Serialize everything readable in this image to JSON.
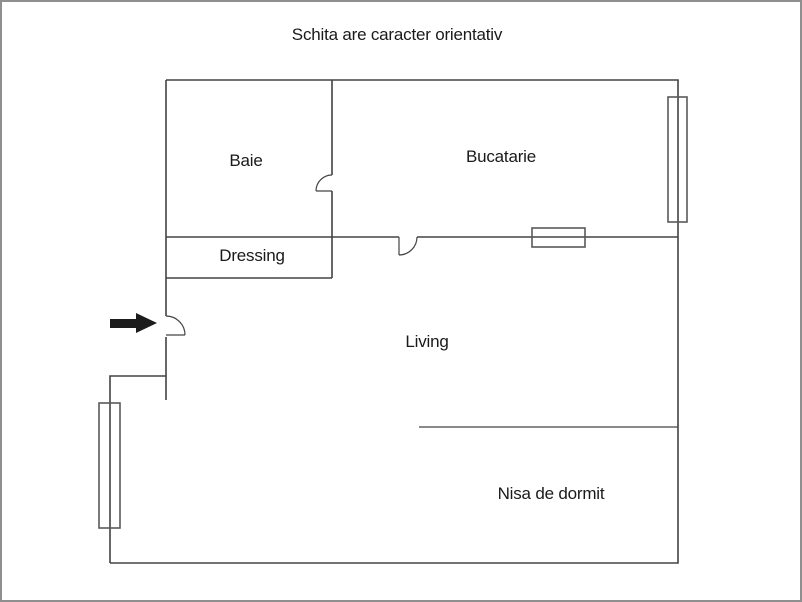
{
  "title": "Schita are caracter orientativ",
  "rooms": [
    {
      "id": "baie",
      "label": "Baie"
    },
    {
      "id": "bucatarie",
      "label": "Bucatarie"
    },
    {
      "id": "dressing",
      "label": "Dressing"
    },
    {
      "id": "living",
      "label": "Living"
    },
    {
      "id": "nisa",
      "label": "Nisa de dormit"
    }
  ],
  "icons": {
    "entrance_arrow": "right-arrow",
    "doors": "quarter-circle-swing",
    "windows": "double-line-rectangle"
  },
  "colors": {
    "background": "#ffffff",
    "border": "#8f8f8f",
    "wall": "#434343",
    "wall_light": "#7d7d7d",
    "window": "#5a5a5a",
    "text": "#1a1a1a",
    "arrow": "#1c1c1c"
  }
}
